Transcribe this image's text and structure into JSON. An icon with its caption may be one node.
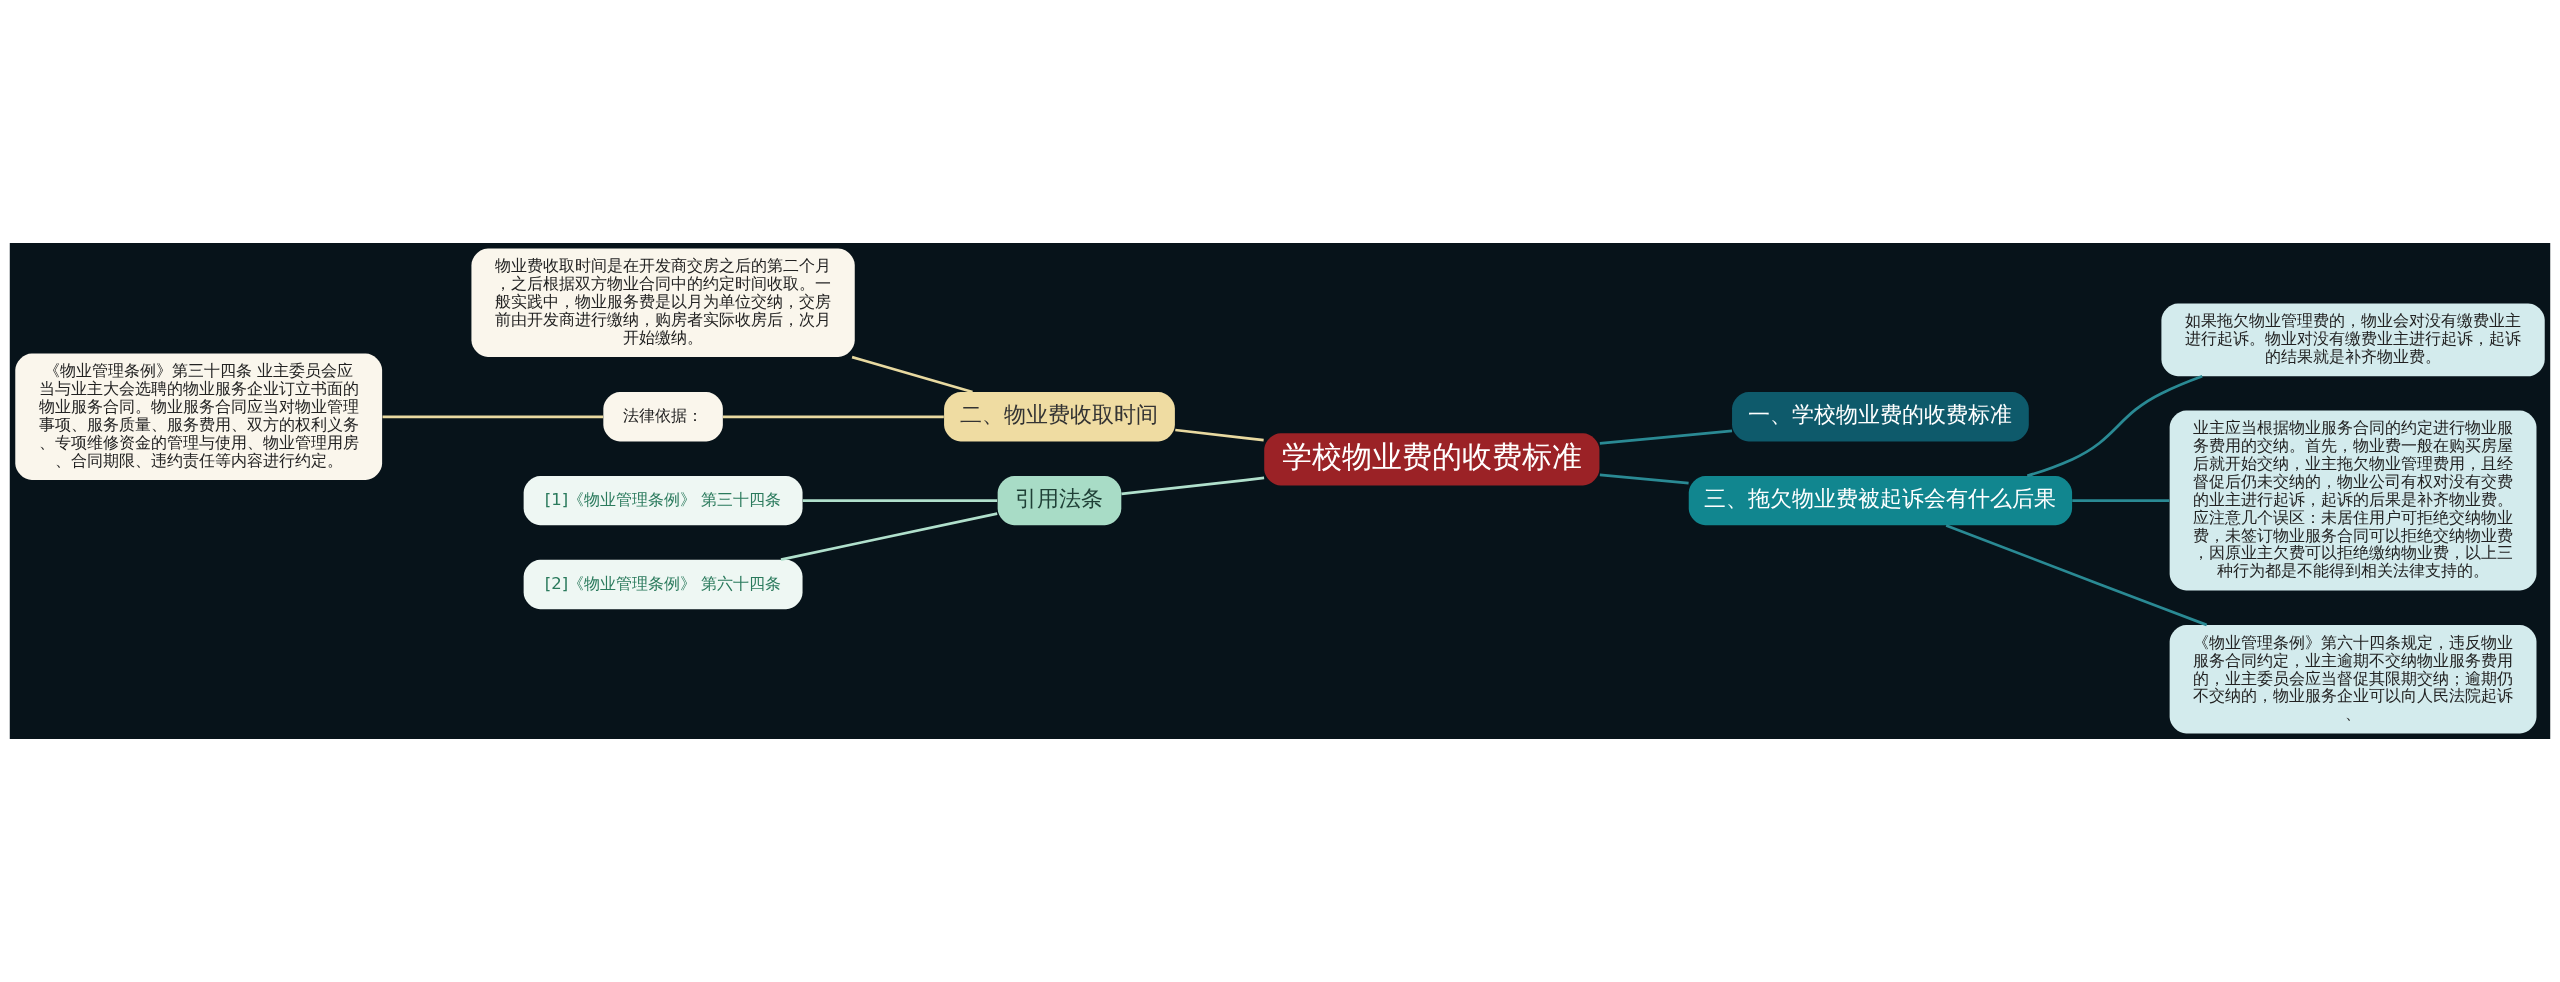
{
  "diagram": {
    "nodes": [
      {
        "text": [
          "学校物业费的收费标准"
        ]
      },
      {
        "text": [
          "一、学校物业费的收费标准"
        ]
      },
      {
        "text": [
          "二、物业费收取时间"
        ]
      },
      {
        "text": [
          "物业费收取时间是在开发商交房之后的第二个月，之后根据双方物业合同中的约定时间收取。一般实践中，物业服务费是以月为单位交纳，交房前由开发商进行缴纳，购房者实际收房后，次月开始缴纳。"
        ]
      },
      {
        "text": [
          "法律依据："
        ]
      },
      {
        "text": [
          "《物业管理条例》第三十四条 业主委员会应当与业主大会选聘的物业服务企业订立书面的物业服务合同。物业服务合同应当对物业管理事项、服务质量、服务费用、双方的权利义务、专项维修资金的管理与使用、物业管理用房、合同期限、违约责任等内容进行约定。"
        ]
      },
      {
        "text": [
          "三、拖欠物业费被起诉会有什么后果"
        ]
      },
      {
        "text": [
          "如果拖欠物业管理费的，物业会对没有缴费业主进行起诉。物业对没有缴费业主进行起诉，起诉的结果就是补齐物业费。"
        ]
      },
      {
        "text": [
          "业主应当根据物业服务合同的约定进行物业服务费用的交纳。首先，物业费一般在购买房屋后就开始交纳，业主拖欠物业管理费用，且经督促后仍未交纳的，物业公司有权对没有交费的业主进行起诉，起诉的后果是补齐物业费。应注意几个误区：未居住用户可拒绝交纳物业费，未签订物业服务合同可以拒绝交纳物业费，因原业主欠费可以拒绝缴纳物业费，以上三种行为都是不能得到相关法律支持的。"
        ]
      },
      {
        "text": [
          "《物业管理条例》第六十四条规定，违反物业服务合同约定，业主逾期不交纳物业服务费用的，业主委员会应当督促其限期交纳；逾期仍不交纳的，物业服务企业可以向人民法院起诉、"
        ]
      },
      {
        "text": [
          "引用法条"
        ]
      },
      {
        "text": [
          "[1]《物业管理条例》 第三十四条"
        ]
      },
      {
        "text": [
          "[2]《物业管理条例》 第六十四条"
        ]
      }
    ],
    "edges": [
      {
        "from": 0,
        "to": 1,
        "arrow": "none"
      },
      {
        "from": 0,
        "to": 2,
        "arrow": "none",
        "color": "#e8d9a0"
      },
      {
        "from": 2,
        "to": 3,
        "arrow": "none",
        "color": "#e8d9a0"
      },
      {
        "from": 2,
        "to": 4,
        "arrow": "none",
        "color": "#e8d9a0"
      },
      {
        "from": 4,
        "to": 5,
        "arrow": "none",
        "color": "#e8d9a0"
      },
      {
        "from": 0,
        "to": 6,
        "arrow": "none"
      },
      {
        "from": 6,
        "to": 7,
        "arrow": "none"
      },
      {
        "from": 6,
        "to": 8,
        "arrow": "none"
      },
      {
        "from": 6,
        "to": 9,
        "arrow": "none"
      },
      {
        "from": 0,
        "to": 10,
        "arrow": "none",
        "color": "#b0e0cc"
      },
      {
        "from": 10,
        "to": 11,
        "arrow": "none",
        "color": "#b0e0cc"
      },
      {
        "from": 10,
        "to": 12,
        "arrow": "none",
        "color": "#b0e0cc"
      }
    ]
  }
}
